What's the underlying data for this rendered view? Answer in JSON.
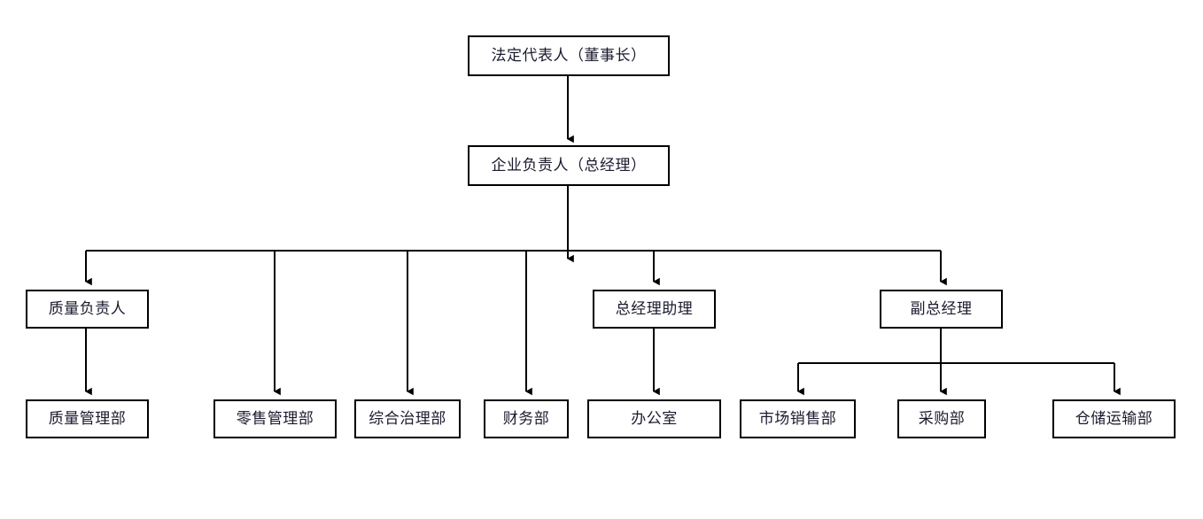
{
  "diagram": {
    "type": "organization-chart",
    "title": "",
    "orientation": "top-down",
    "style": {
      "box_border_color": "#000000",
      "box_fill_color": "#ffffff",
      "connector_color": "#000000",
      "text_color": "#1a1a2e",
      "background": "#ffffff"
    },
    "levels": [
      {
        "level": 1,
        "nodes": [
          {
            "id": "legal-rep",
            "label": "法定代表人（董事长）"
          }
        ]
      },
      {
        "level": 2,
        "nodes": [
          {
            "id": "general-manager",
            "label": "企业负责人（总经理）"
          }
        ]
      },
      {
        "level": 3,
        "nodes": [
          {
            "id": "quality-lead",
            "label": "质量负责人"
          },
          {
            "id": "gm-assistant",
            "label": "总经理助理"
          },
          {
            "id": "deputy-gm",
            "label": "副总经理"
          }
        ]
      },
      {
        "level": 4,
        "nodes": [
          {
            "id": "quality-dept",
            "label": "质量管理部"
          },
          {
            "id": "retail-dept",
            "label": "零售管理部"
          },
          {
            "id": "governance-dept",
            "label": "综合治理部"
          },
          {
            "id": "finance-dept",
            "label": "财务部"
          },
          {
            "id": "office-dept",
            "label": "办公室"
          },
          {
            "id": "sales-dept",
            "label": "市场销售部"
          },
          {
            "id": "purchasing-dept",
            "label": "采购部"
          },
          {
            "id": "warehouse-dept",
            "label": "仓储运输部"
          }
        ]
      }
    ],
    "edges": [
      {
        "from": "legal-rep",
        "to": "general-manager"
      },
      {
        "from": "general-manager",
        "to": "quality-lead"
      },
      {
        "from": "general-manager",
        "to": "retail-dept"
      },
      {
        "from": "general-manager",
        "to": "governance-dept"
      },
      {
        "from": "general-manager",
        "to": "finance-dept"
      },
      {
        "from": "general-manager",
        "to": "gm-assistant"
      },
      {
        "from": "general-manager",
        "to": "deputy-gm"
      },
      {
        "from": "quality-lead",
        "to": "quality-dept"
      },
      {
        "from": "gm-assistant",
        "to": "office-dept"
      },
      {
        "from": "deputy-gm",
        "to": "sales-dept"
      },
      {
        "from": "deputy-gm",
        "to": "purchasing-dept"
      },
      {
        "from": "deputy-gm",
        "to": "warehouse-dept"
      }
    ]
  }
}
